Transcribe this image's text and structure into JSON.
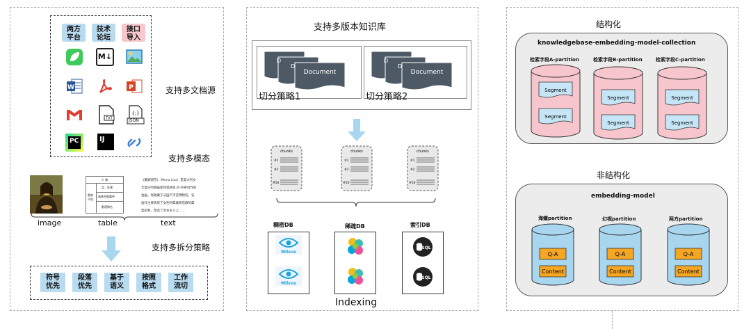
{
  "panel1": {
    "sources_label": "支持多文档源",
    "modal_label": "支持多模态",
    "split_label": "支持多拆分策略",
    "chips": [
      "两方\n平台",
      "技术\n论坛",
      "接口\n导入"
    ],
    "doc_icons": [
      "leaf-app-icon",
      "markdown-icon",
      "image-icon",
      "word-icon",
      "pdf-icon",
      "powerpoint-icon",
      "gmail-icon",
      "txt-file-icon",
      "json-file-icon",
      "pycharm-icon",
      "intellij-icon",
      "link-icon"
    ],
    "json_text": "JSON",
    "txt_text": "TXT",
    "md_text": "M↓",
    "pc_text": "PC",
    "ij_text": "IJ",
    "modal_items": [
      "image",
      "table",
      "text"
    ],
    "table_cells": {
      "header": "人    物",
      "c1": "品 · 导演",
      "c2": "具体书面篡夺",
      "c3": "影视知名",
      "side": "奥帝\n介绍"
    },
    "text_sample": [
      "《蒙娜丽莎》（Mona Lisa）是意大利文",
      "艺复兴时期画家列奥纳多·达·芬奇创作的",
      "油画，现收藏于法国卢浮宫博物馆。该",
      "画作主要表现了女性的典雅和恬静的典",
      "型形象，塑造了资本主义上……"
    ],
    "strategies": [
      "符号\n优先",
      "段落\n优先",
      "基于\n语义",
      "按照\n格式",
      "工作\n流切"
    ],
    "colors": {
      "chip_blue": "#b9dbf0",
      "chip_pink": "#f6c7cc",
      "arrow": "#a9d6ef"
    }
  },
  "panel2": {
    "title": "支持多版本知识库",
    "doc_word": "Document",
    "doc_stub": "D",
    "strategy1": "切分策略1",
    "strategy2": "切分策略2",
    "chunks_label": "chunks",
    "chunk_ids": [
      "#1",
      "#2",
      "#50"
    ],
    "dense_db": "稠密DB",
    "sparse_db": "稀疏DB",
    "index_db": "索引DB",
    "milvus": "Milvus",
    "sql": "SQL",
    "footer": "Indexing"
  },
  "panel3": {
    "structured": "结构化",
    "collection1": "knowledgebase-embedding-model-collection",
    "partitions1": [
      "检索字段A-partition",
      "检索字段B-partition",
      "检索字段C-partition"
    ],
    "segment": "Segment",
    "unstructured": "非结构化",
    "collection2": "embedding-model",
    "partitions2": [
      "海螺partition",
      "幻视partition",
      "两方partition"
    ],
    "qa": "Q-A",
    "content": "Content",
    "colors": {
      "pink_cyl": "#f7c6cc",
      "blue_cyl": "#a9d6ef",
      "orange": "#f5a623",
      "box_bg": "#ececec"
    }
  }
}
